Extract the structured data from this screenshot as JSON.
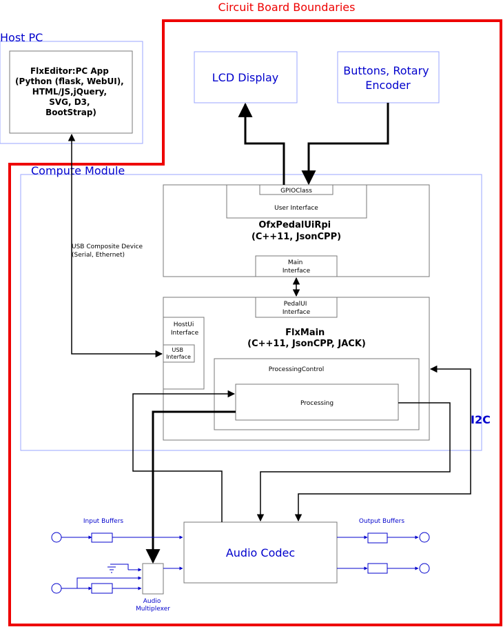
{
  "labels": {
    "board": "Circuit Board Boundaries",
    "host_pc": "Host PC",
    "compute_module": "Compute Module",
    "i2c": "I2C",
    "usb_composite": [
      "USB Composite Device",
      "(Serial, Ethernet)"
    ],
    "input_buffers": "Input Buffers",
    "output_buffers": "Output Buffers",
    "audio_multiplexer": [
      "Audio",
      "Multiplexer"
    ]
  },
  "boxes": {
    "flxeditor": [
      "FlxEditor:PC App",
      "(Python (flask, WebUI),",
      "HTML/JS,jQuery,",
      "SVG, D3,",
      "BootStrap)"
    ],
    "lcd": "LCD Display",
    "buttons": [
      "Buttons, Rotary",
      "Encoder"
    ],
    "gpioclass": "GPIOClass",
    "user_interface": "User Interface",
    "ofxpedalui": [
      "OfxPedalUiRpi",
      "(C++11, JsonCPP)"
    ],
    "main_interface": [
      "Main",
      "Interface"
    ],
    "pedalui_interface": [
      "PedalUI",
      "Interface"
    ],
    "flxmain": [
      "FlxMain",
      "(C++11, JsonCPP, JACK)"
    ],
    "hostui_interface": [
      "HostUi",
      "Interface"
    ],
    "usb_interface": [
      "USB",
      "Interface"
    ],
    "processing_control": "ProcessingControl",
    "processing": "Processing",
    "audio_codec": "Audio Codec"
  },
  "colors": {
    "board_border": "#ee0000",
    "label_blue": "#0000cc",
    "module_border": "#9aa6ff",
    "box_border": "#777777"
  }
}
